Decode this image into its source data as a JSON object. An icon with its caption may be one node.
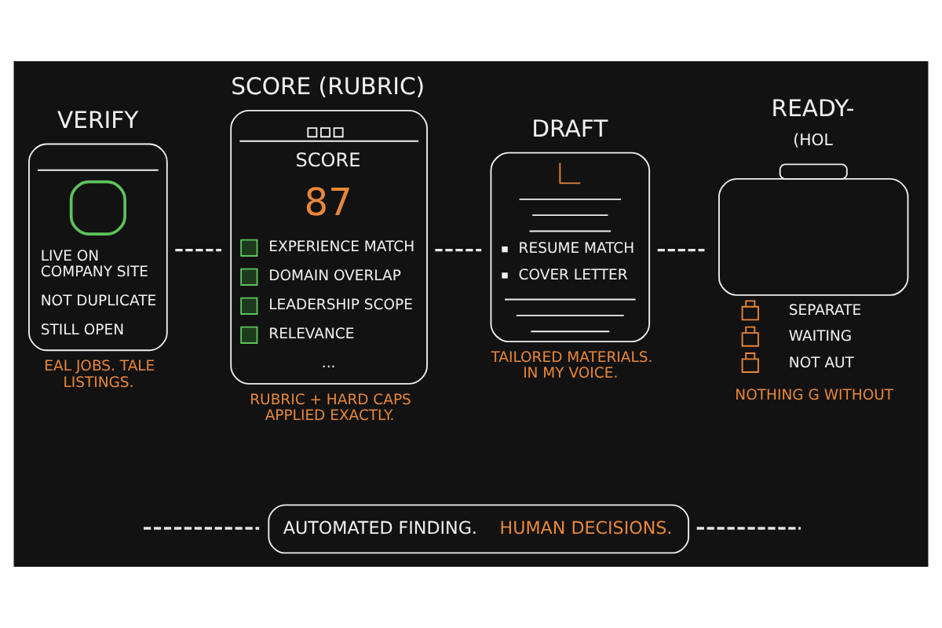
{
  "diagram": {
    "nodes": [
      {
        "text": [
          "VERIFY",
          "LIVE ON COMPANY SITE",
          "NOT DUPLICATE",
          "STILL OPEN"
        ],
        "beside": [
          "EAL JOBS. TALE LISTINGS."
        ]
      },
      {
        "text": [
          "SCORE (RUBRIC)",
          "SCORE",
          "87",
          "EXPERIENCE MATCH",
          "DOMAIN OVERLAP",
          "LEADERSHIP SCOPE",
          "RELEVANCE",
          "..."
        ],
        "beside": [
          "RUBRIC + HARD CAPS APPLIED EXACTLY."
        ]
      },
      {
        "text": [
          "DRAFT",
          "RESUME MATCH",
          "COVER LETTER"
        ],
        "beside": [
          "TAILORED MATERIALS. IN MY VOICE."
        ]
      },
      {
        "text": [
          "READY-",
          "(HOL",
          "SEPARATE",
          "WAITING",
          "NOT AUT"
        ],
        "beside": [
          "NOTHING G WITHOUT"
        ]
      },
      {
        "text": [
          "AUTOMATED FINDING.",
          "HUMAN DECISIONS."
        ]
      }
    ],
    "edges": [
      {
        "from": 0,
        "to": 1,
        "arrow": "none",
        "style": "dashed"
      },
      {
        "from": 1,
        "to": 2,
        "arrow": "none",
        "style": "dashed"
      },
      {
        "from": 2,
        "to": 3,
        "arrow": "none",
        "style": "dashed"
      },
      {
        "from": null,
        "to": 4,
        "arrow": "none",
        "style": "dashed"
      },
      {
        "from": 4,
        "to": null,
        "arrow": "none",
        "style": "dashed"
      }
    ]
  }
}
